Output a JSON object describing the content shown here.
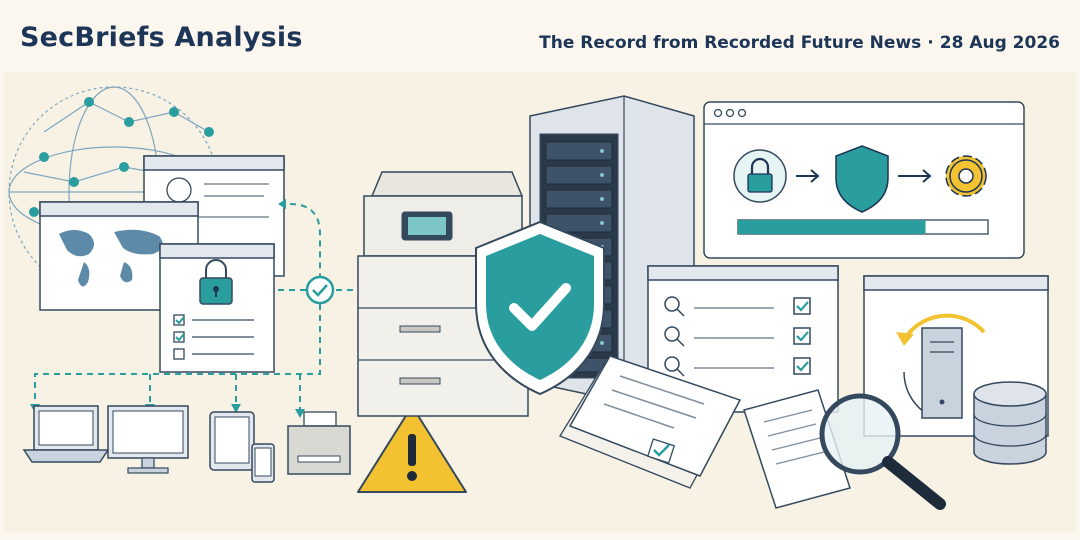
{
  "header": {
    "brand": "SecBriefs Analysis",
    "source": "The Record from Recorded Future News",
    "separator": "·",
    "date": "28 Aug 2026"
  },
  "illustration": {
    "icons": [
      "globe-icon",
      "world-map-icon",
      "lock-icon",
      "checklist-icon",
      "check-circle-icon",
      "laptop-icon",
      "monitor-icon",
      "tablet-icon",
      "phone-icon",
      "printer-icon",
      "copier-icon",
      "shield-check-icon",
      "server-rack-icon",
      "padlock-icon",
      "shield-icon",
      "gear-icon",
      "magnifier-icon",
      "documents-icon",
      "server-tower-icon",
      "database-icon",
      "sync-arrow-icon",
      "warning-icon"
    ],
    "progress_fraction": 0.75
  },
  "colors": {
    "background": "#fbf7ee",
    "brand_text": "#1d3557",
    "ink": "#34495e",
    "teal": "#2a9d9f",
    "teal_light": "#7cc6c6",
    "warning": "#f2c230",
    "paper": "#ffffff"
  }
}
